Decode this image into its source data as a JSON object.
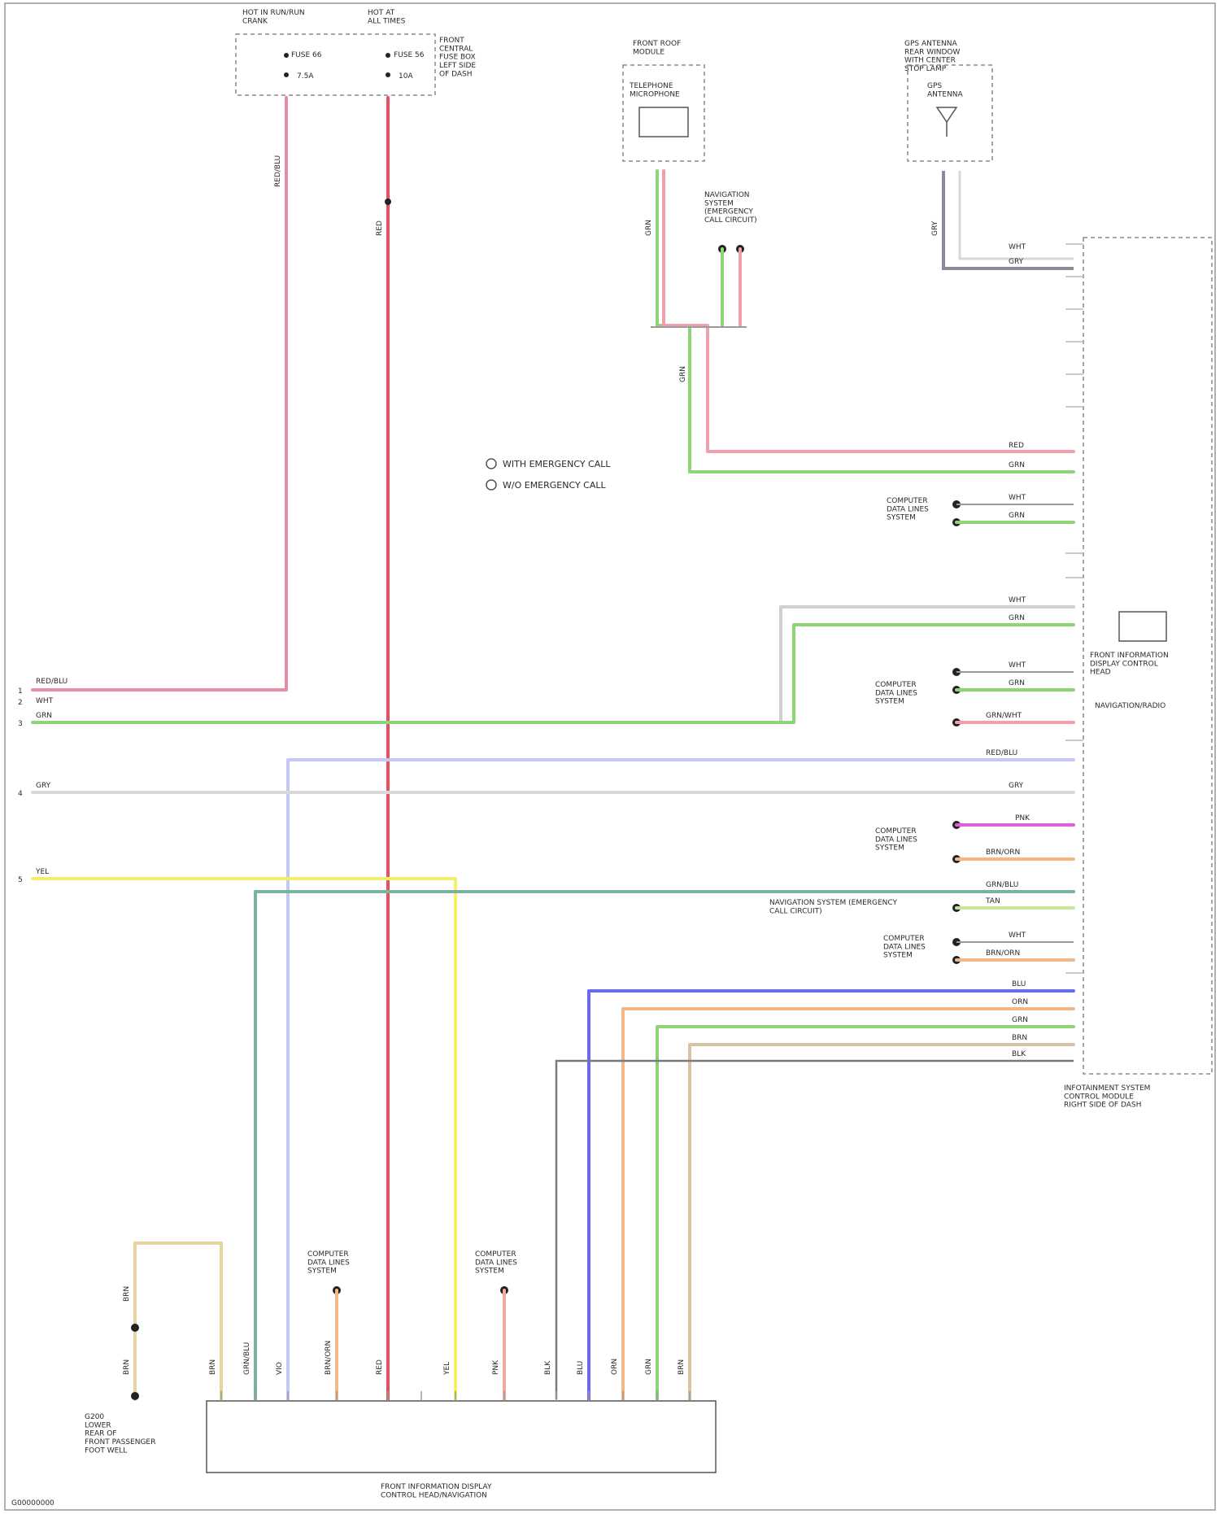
{
  "fuse_box": {
    "hot_in_run": "HOT IN RUN/RUN\nCRANK",
    "hot_at_all_times": "HOT AT\nALL TIMES",
    "fuse_a": "FUSE 66",
    "fuse_a_rating": "7.5A",
    "fuse_b": "FUSE 56",
    "fuse_b_rating": "10A",
    "box_name": "FRONT\nCENTRAL\nFUSE BOX\nLEFT SIDE\nOF DASH"
  },
  "components": {
    "roof_module": "FRONT ROOF\nMODULE",
    "telephone_microphone": "TELEPHONE\nMICROPHONE",
    "gps_antenna_header": "GPS ANTENNA\nREAR WINDOW\nWITH CENTER\nSTOP LAMP",
    "gps_antenna": "GPS\nANTENNA",
    "navigation_emergency_header": "NAVIGATION\nSYSTEM\n(EMERGENCY\nCALL CIRCUIT)",
    "front_display_unit": "FRONT INFORMATION\nDISPLAY CONTROL\nHEAD",
    "front_display_sub": "NAVIGATION/RADIO",
    "infotainment_module": "INFOTAINMENT SYSTEM\nCONTROL MODULE\nRIGHT SIDE OF DASH",
    "navigation_emergency_mid": "NAVIGATION SYSTEM (EMERGENCY\nCALL CIRCUIT)",
    "bottom_module": "FRONT INFORMATION DISPLAY\nCONTROL HEAD/NAVIGATION",
    "ground": "G200\nLOWER\nREAR OF\nFRONT PASSENGER\nFOOT WELL",
    "computer_data_lines": "COMPUTER\nDATA LINES\nSYSTEM"
  },
  "legend": [
    "WITH EMERGENCY CALL",
    "W/O EMERGENCY CALL"
  ],
  "left_inputs": [
    {
      "pin": "1",
      "label": "RED/BLU"
    },
    {
      "pin": "2",
      "label": "WHT"
    },
    {
      "pin": "3",
      "label": "GRN"
    },
    {
      "pin": "4",
      "label": "GRY"
    },
    {
      "pin": "5",
      "label": "YEL"
    }
  ],
  "wire_labels": {
    "white": "WHT",
    "grey": "GRY",
    "green": "GRN",
    "red": "RED",
    "brown": "BRN",
    "red_blue": "RED/BLU",
    "grn_wht": "GRN/WHT",
    "brn_orn": "BRN/ORN",
    "vio": "VIO",
    "blu": "BLU",
    "orn": "ORN",
    "pnk": "PNK",
    "grn_blu": "GRN/BLU",
    "blk": "BLK",
    "tan": "TAN"
  },
  "footer": "G00000000"
}
